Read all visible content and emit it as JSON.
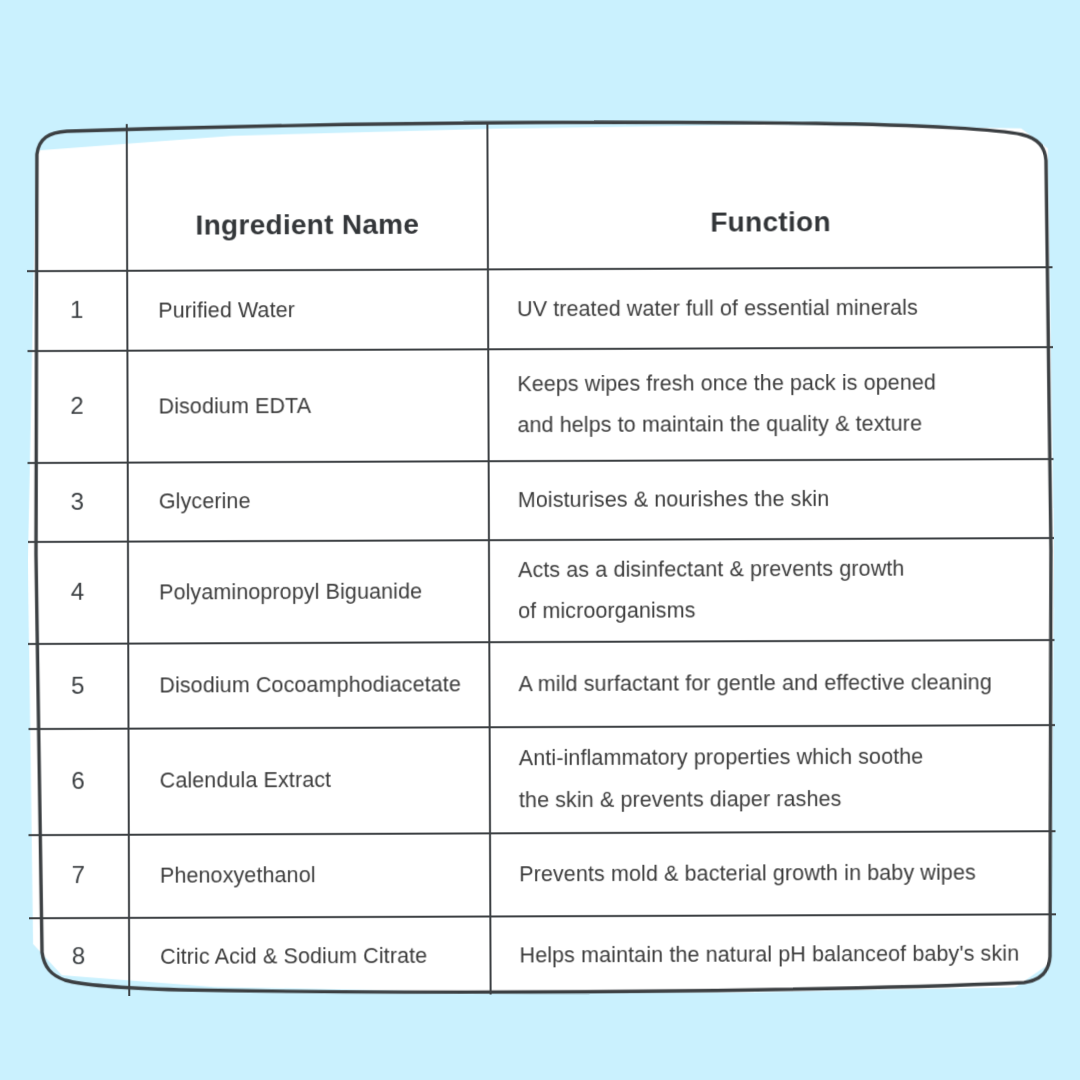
{
  "page": {
    "background_color": "#caf1fe",
    "card_background": "#ffffff",
    "line_color": "#3b3f42",
    "text_color": "#3c3c3c",
    "header_text_color": "#333639"
  },
  "table": {
    "columns": [
      {
        "key": "index",
        "label": ""
      },
      {
        "key": "ingredient",
        "label": "Ingredient Name"
      },
      {
        "key": "function",
        "label": "Function"
      }
    ],
    "rows": [
      {
        "index": "1",
        "ingredient": "Purified Water",
        "function_lines": [
          "UV treated water full of essential minerals"
        ]
      },
      {
        "index": "2",
        "ingredient": "Disodium EDTA",
        "function_lines": [
          "Keeps wipes fresh once the pack is opened",
          "and helps to maintain the quality & texture"
        ]
      },
      {
        "index": "3",
        "ingredient": "Glycerine",
        "function_lines": [
          "Moisturises & nourishes the skin"
        ]
      },
      {
        "index": "4",
        "ingredient": "Polyaminopropyl Biguanide",
        "function_lines": [
          "Acts as a disinfectant & prevents growth",
          "of microorganisms"
        ]
      },
      {
        "index": "5",
        "ingredient": "Disodium Cocoamphodiacetate",
        "function_lines": [
          "A mild surfactant for gentle and effective cleaning"
        ]
      },
      {
        "index": "6",
        "ingredient": "Calendula Extract",
        "function_lines": [
          "Anti-inflammatory properties which soothe",
          "the skin & prevents diaper rashes"
        ]
      },
      {
        "index": "7",
        "ingredient": "Phenoxyethanol",
        "function_lines": [
          "Prevents mold & bacterial growth in baby wipes"
        ]
      },
      {
        "index": "8",
        "ingredient": "Citric Acid & Sodium Citrate",
        "function_lines": [
          "Helps maintain the natural pH balanceof baby's skin"
        ]
      }
    ]
  }
}
